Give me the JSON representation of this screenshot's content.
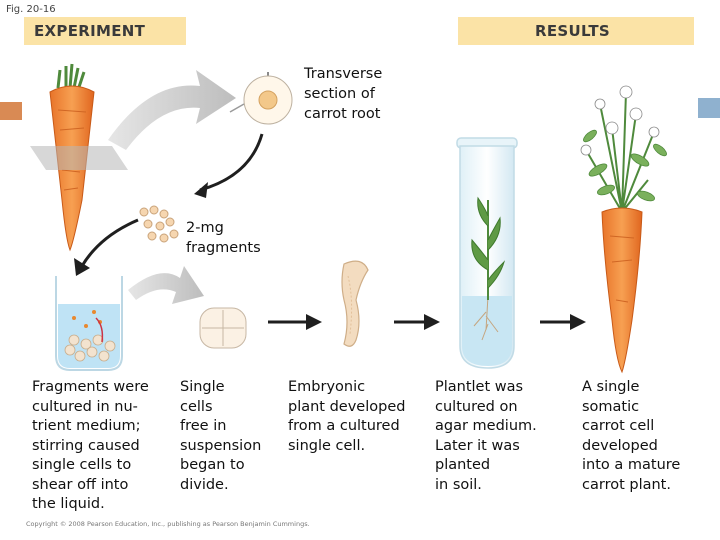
{
  "figure_label": "Fig. 20-16",
  "banners": {
    "experiment": "EXPERIMENT",
    "results": "RESULTS"
  },
  "callouts": {
    "transverse": "Transverse\nsection of\ncarrot root",
    "fragments": "2-mg\nfragments"
  },
  "steps": [
    "Fragments were\ncultured in nu-\ntrient medium;\nstirring caused\nsingle cells to\nshear off into\nthe liquid.",
    "Single\ncells\nfree in\nsuspension\nbegan to\ndivide.",
    "Embryonic\nplant developed\nfrom a cultured\nsingle cell.",
    "Plantlet was\ncultured on\nagar medium.\nLater it was\nplanted\nin soil.",
    "A single\nsomatic\ncarrot cell\ndeveloped\ninto a mature\ncarrot plant."
  ],
  "copyright": "Copyright © 2008 Pearson Education, Inc., publishing as Pearson Benjamin Cummings.",
  "colors": {
    "banner": "#fbe3a6",
    "carrot": "#f0883a",
    "leaf": "#5f9a45",
    "liquid": "#bfe3f5",
    "arrow": "#1f1f1f"
  }
}
